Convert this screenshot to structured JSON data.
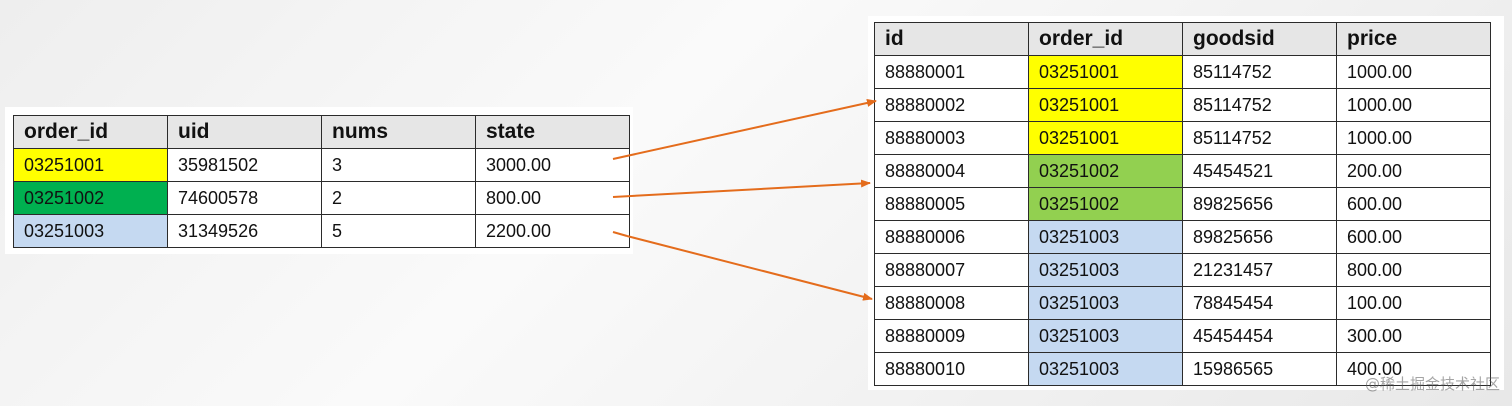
{
  "orders": {
    "headers": [
      "order_id",
      "uid",
      "nums",
      "state"
    ],
    "rows": [
      [
        "03251001",
        "35981502",
        "3",
        "3000.00"
      ],
      [
        "03251002",
        "74600578",
        "2",
        "800.00"
      ],
      [
        "03251003",
        "31349526",
        "5",
        "2200.00"
      ]
    ]
  },
  "details": {
    "headers": [
      "id",
      "order_id",
      "goodsid",
      "price"
    ],
    "rows": [
      [
        "88880001",
        "03251001",
        "85114752",
        "1000.00"
      ],
      [
        "88880002",
        "03251001",
        "85114752",
        "1000.00"
      ],
      [
        "88880003",
        "03251001",
        "85114752",
        "1000.00"
      ],
      [
        "88880004",
        "03251002",
        "45454521",
        "200.00"
      ],
      [
        "88880005",
        "03251002",
        "89825656",
        "600.00"
      ],
      [
        "88880006",
        "03251003",
        "89825656",
        "600.00"
      ],
      [
        "88880007",
        "03251003",
        "21231457",
        "800.00"
      ],
      [
        "88880008",
        "03251003",
        "78845454",
        "100.00"
      ],
      [
        "88880009",
        "03251003",
        "45454454",
        "300.00"
      ],
      [
        "88880010",
        "03251003",
        "15986565",
        "400.00"
      ]
    ]
  },
  "colors": {
    "03251001_left": "#ffff00",
    "03251002_left": "#00b050",
    "03251003_left": "#c5d9f1",
    "03251001_right": "#ffff00",
    "03251002_right": "#92d050",
    "03251003_right": "#c5d9f1",
    "arrow": "#e46c1c"
  },
  "watermark": "@稀土掘金技术社区"
}
